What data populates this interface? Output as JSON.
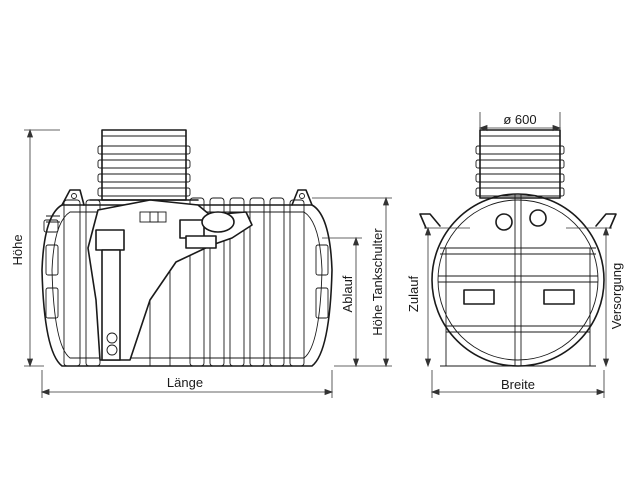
{
  "labels": {
    "hoehe": "Höhe",
    "laenge": "Länge",
    "ablauf": "Ablauf",
    "hoehe_tankschulter": "Höhe Tankschulter",
    "durchmesser": "ø 600",
    "zulauf": "Zulauf",
    "versorgung": "Versorgung",
    "breite": "Breite"
  }
}
